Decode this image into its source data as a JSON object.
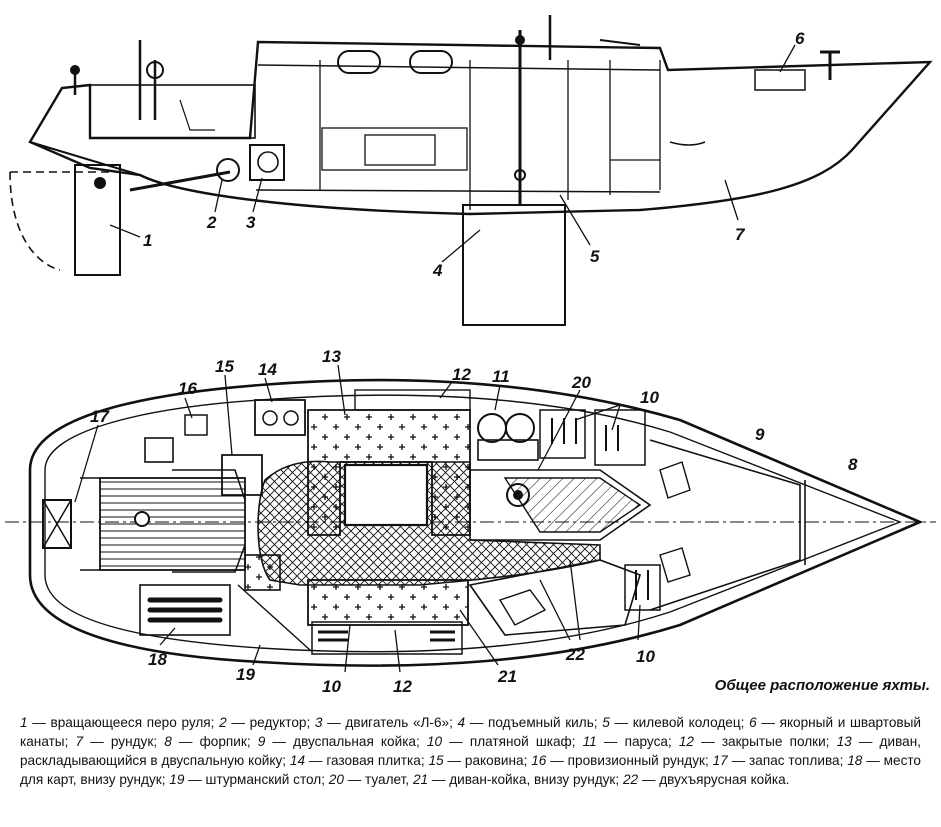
{
  "caption": "Общее расположение яхты.",
  "legend": [
    {
      "num": "1",
      "text": " — вращающееся перо руля; "
    },
    {
      "num": "2",
      "text": " — редуктор; "
    },
    {
      "num": "3",
      "text": " — двигатель «Л-6»; "
    },
    {
      "num": "4",
      "text": " — подъемный киль; "
    },
    {
      "num": "5",
      "text": " — килевой колодец; "
    },
    {
      "num": "6",
      "text": " — якорный и швартовый канаты; "
    },
    {
      "num": "7",
      "text": " — рундук; "
    },
    {
      "num": "8",
      "text": " — форпик; "
    },
    {
      "num": "9",
      "text": " — двуспальная койка; "
    },
    {
      "num": "10",
      "text": " — платяной шкаф; "
    },
    {
      "num": "11",
      "text": " — паруса; "
    },
    {
      "num": "12",
      "text": " — закрытые полки; "
    },
    {
      "num": "13",
      "text": " — диван, раскладывающийся в двуспальную койку; "
    },
    {
      "num": "14",
      "text": " — газовая плитка; "
    },
    {
      "num": "15",
      "text": " — раковина; "
    },
    {
      "num": "16",
      "text": " — провизионный рундук; "
    },
    {
      "num": "17",
      "text": " — запас топлива; "
    },
    {
      "num": "18",
      "text": " — место для карт, внизу рундук; "
    },
    {
      "num": "19",
      "text": " — штурманский стол; "
    },
    {
      "num": "20",
      "text": " — туалет, "
    },
    {
      "num": "21",
      "text": " — диван-койка, внизу рундук; "
    },
    {
      "num": "22",
      "text": " — двухъярусная койка."
    }
  ],
  "labels": {
    "l1": "1",
    "l2": "2",
    "l3": "3",
    "l4": "4",
    "l5": "5",
    "l6": "6",
    "l7": "7",
    "l8": "8",
    "l9": "9",
    "l10a": "10",
    "l10b": "10",
    "l10c": "10",
    "l11": "11",
    "l12a": "12",
    "l12b": "12",
    "l13": "13",
    "l14": "14",
    "l15": "15",
    "l16": "16",
    "l17": "17",
    "l18": "18",
    "l19": "19",
    "l20": "20",
    "l21": "21",
    "l22": "22"
  }
}
